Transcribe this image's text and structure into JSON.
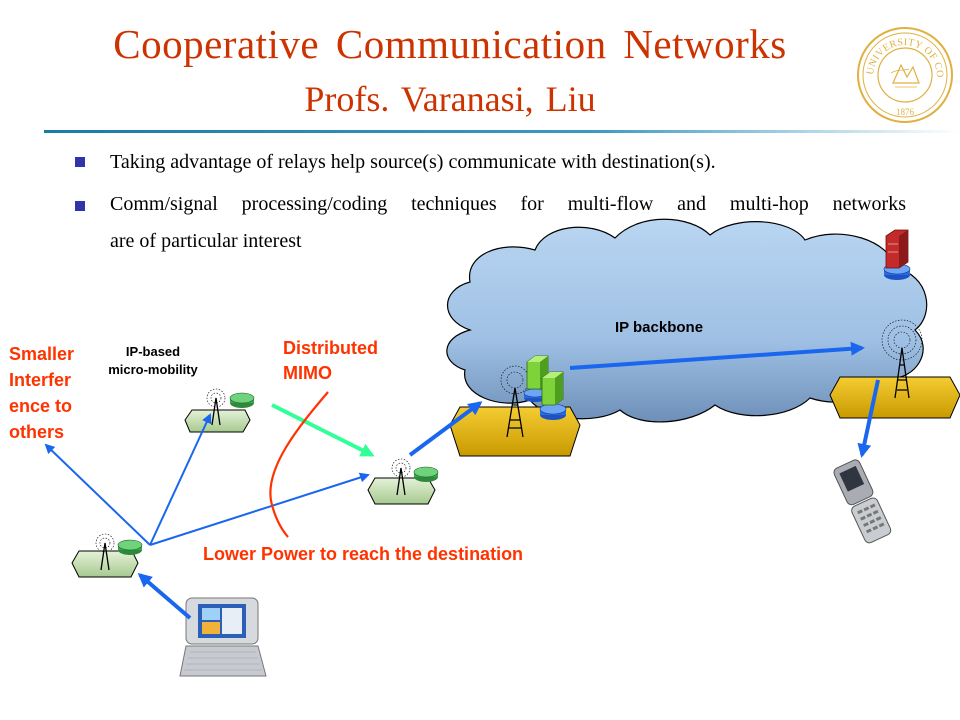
{
  "slide": {
    "title": "Cooperative Communication Networks",
    "subtitle": "Profs. Varanasi, Liu",
    "seal": {
      "top_text": "UNIVERSITY OF COLORADO",
      "year": "1876"
    }
  },
  "bullets": [
    {
      "text": "Taking advantage of relays help source(s) communicate with destination(s)."
    },
    {
      "line1": "Comm/signal processing/coding techniques for multi-flow and multi-hop networks",
      "line2": "are of particular interest"
    }
  ],
  "diagram": {
    "cloud_label": "IP backbone",
    "mobility_label_1": "IP-based",
    "mobility_label_2": "micro-mobility",
    "mimo_label_1": "Distributed",
    "mimo_label_2": "MIMO",
    "interference_lines": [
      "Smaller",
      "Interfer",
      "ence to",
      "others"
    ],
    "power_label": "Lower Power to reach the destination"
  },
  "colors": {
    "title": "#cc3300",
    "bullet": "#3333aa",
    "label_red": "#ff3300",
    "arrow_blue": "#1a66ee",
    "arrow_green": "#33ff99",
    "cloud": "#a9c8e8",
    "platform_gold": "#e6b800",
    "platform_green": "#cfe8c0"
  }
}
